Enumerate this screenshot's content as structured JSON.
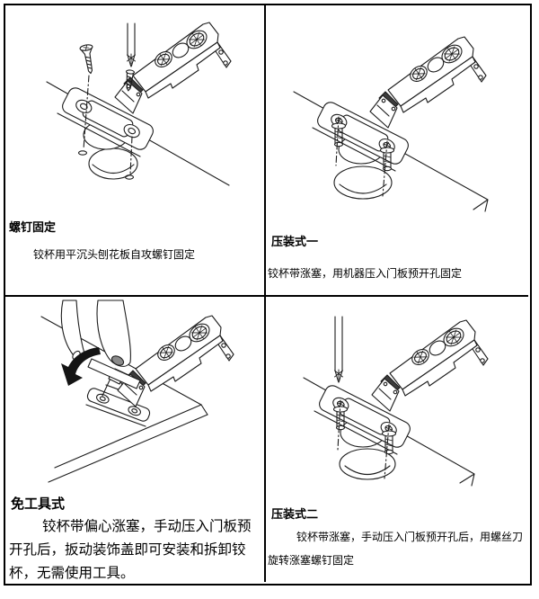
{
  "colors": {
    "background": "#ffffff",
    "border": "#000000",
    "line_art": "#1c1c1c",
    "arrow_fill": "#141414"
  },
  "panels": {
    "screw_fix": {
      "title": "螺钉固定",
      "body": "铰杯用平沉头刨花板自攻螺钉固定"
    },
    "press_fit_1": {
      "title": "压装式一",
      "body": "铰杯带涨塞，用机器压入门板预开孔固定"
    },
    "tool_free": {
      "title": "免工具式",
      "body": "铰杯带偏心涨塞，手动压入门板预开孔后，扳动装饰盖即可安装和拆卸铰杯，无需使用工具。"
    },
    "press_fit_2": {
      "title": "压装式二",
      "body": "铰杯带涨塞，手动压入门板预开孔后，用螺丝刀旋转涨塞螺钉固定"
    }
  }
}
